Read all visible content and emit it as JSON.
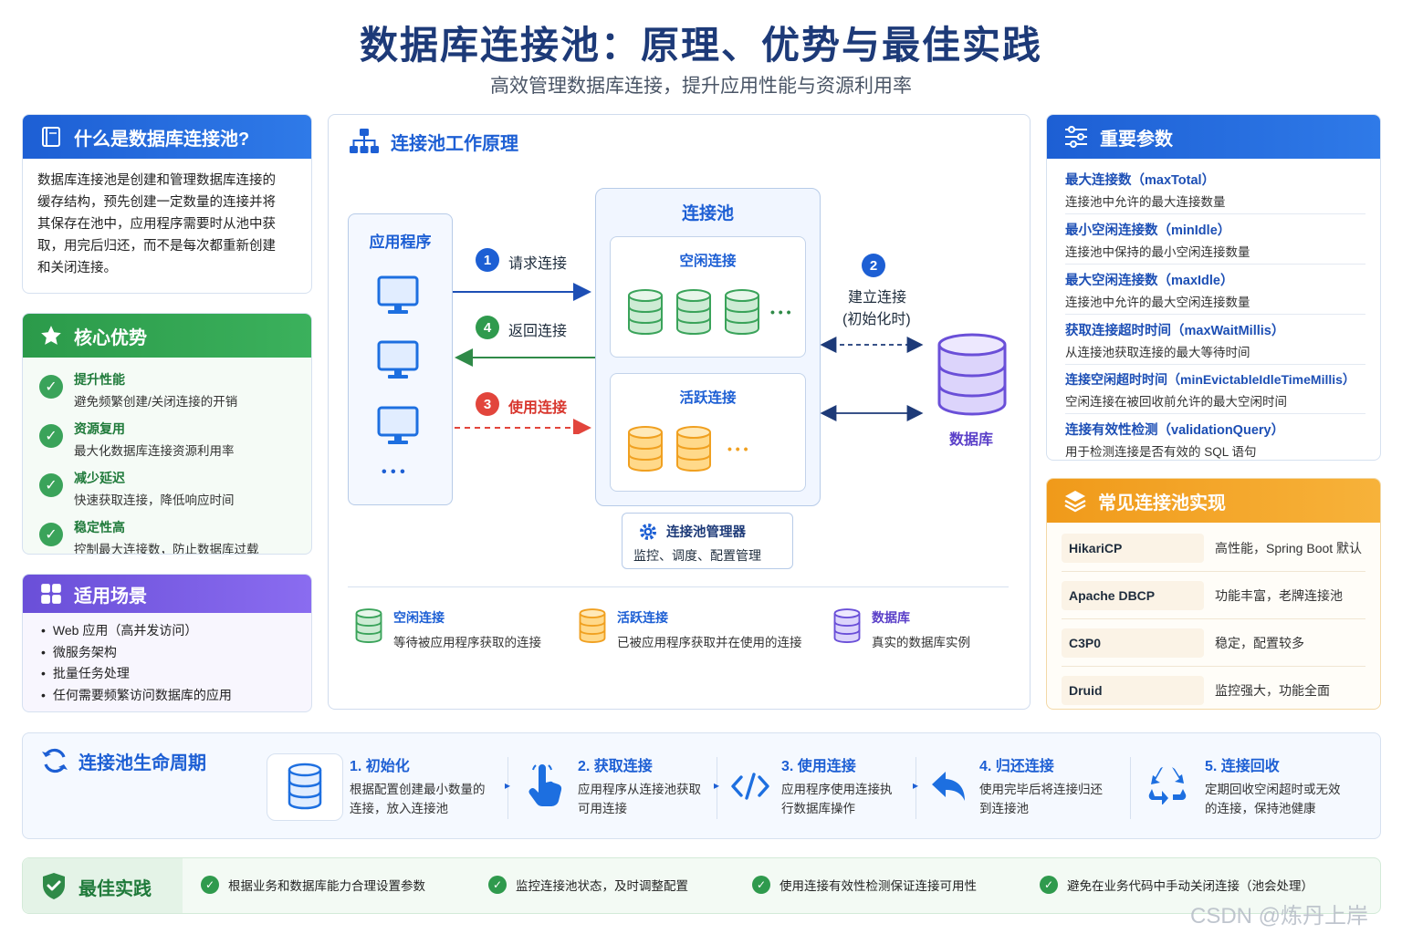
{
  "title": "数据库连接池：原理、优势与最佳实践",
  "subtitle": "高效管理数据库连接，提升应用性能与资源利用率",
  "what": {
    "heading": "什么是数据库连接池?",
    "lines": [
      "数据库连接池是创建和管理数据库连接的",
      "缓存结构，预先创建一定数量的连接并将",
      "其保存在池中，应用程序需要时从池中获",
      "取，用完后归还，而不是每次都重新创建",
      "和关闭连接。"
    ]
  },
  "advantages": {
    "heading": "核心优势",
    "items": [
      {
        "title": "提升性能",
        "desc": "避免频繁创建/关闭连接的开销"
      },
      {
        "title": "资源复用",
        "desc": "最大化数据库连接资源利用率"
      },
      {
        "title": "减少延迟",
        "desc": "快速获取连接，降低响应时间"
      },
      {
        "title": "稳定性高",
        "desc": "控制最大连接数，防止数据库过载"
      }
    ]
  },
  "scenarios": {
    "heading": "适用场景",
    "items": [
      "Web 应用（高并发访问）",
      "微服务架构",
      "批量任务处理",
      "任何需要频繁访问数据库的应用"
    ]
  },
  "principle": {
    "heading": "连接池工作原理",
    "app_label": "应用程序",
    "pool_label": "连接池",
    "idle_label": "空闲连接",
    "active_label": "活跃连接",
    "db_label": "数据库",
    "manager_title": "连接池管理器",
    "manager_desc": "监控、调度、配置管理",
    "arrows": [
      {
        "num": "1",
        "label": "请求连接"
      },
      {
        "num": "4",
        "label": "返回连接"
      },
      {
        "num": "3",
        "label": "使用连接"
      }
    ],
    "establish_num": "2",
    "establish_label": "建立连接",
    "establish_sub": "(初始化时)",
    "dots": "• • •",
    "legend": [
      {
        "title": "空闲连接",
        "desc": "等待被应用程序获取的连接"
      },
      {
        "title": "活跃连接",
        "desc": "已被应用程序获取并在使用的连接"
      },
      {
        "title": "数据库",
        "desc": "真实的数据库实例"
      }
    ]
  },
  "params": {
    "heading": "重要参数",
    "items": [
      {
        "name": "最大连接数（maxTotal）",
        "desc": "连接池中允许的最大连接数量"
      },
      {
        "name": "最小空闲连接数（minIdle）",
        "desc": "连接池中保持的最小空闲连接数量"
      },
      {
        "name": "最大空闲连接数（maxIdle）",
        "desc": "连接池中允许的最大空闲连接数量"
      },
      {
        "name": "获取连接超时时间（maxWaitMillis）",
        "desc": "从连接池获取连接的最大等待时间"
      },
      {
        "name": "连接空闲超时时间（minEvictableIdleTimeMillis）",
        "desc": "空闲连接在被回收前允许的最大空闲时间"
      },
      {
        "name": "连接有效性检测（validationQuery）",
        "desc": "用于检测连接是否有效的 SQL 语句"
      }
    ]
  },
  "implementations": {
    "heading": "常见连接池实现",
    "items": [
      {
        "name": "HikariCP",
        "desc": "高性能，Spring Boot 默认"
      },
      {
        "name": "Apache DBCP",
        "desc": "功能丰富，老牌连接池"
      },
      {
        "name": "C3P0",
        "desc": "稳定，配置较多"
      },
      {
        "name": "Druid",
        "desc": "监控强大，功能全面"
      }
    ]
  },
  "lifecycle": {
    "heading": "连接池生命周期",
    "steps": [
      {
        "title": "1. 初始化",
        "desc1": "根据配置创建最小数量的",
        "desc2": "连接，放入连接池"
      },
      {
        "title": "2. 获取连接",
        "desc1": "应用程序从连接池获取",
        "desc2": "可用连接"
      },
      {
        "title": "3. 使用连接",
        "desc1": "应用程序使用连接执",
        "desc2": "行数据库操作"
      },
      {
        "title": "4. 归还连接",
        "desc1": "使用完毕后将连接归还",
        "desc2": "到连接池"
      },
      {
        "title": "5. 连接回收",
        "desc1": "定期回收空闲超时或无效",
        "desc2": "的连接，保持池健康"
      }
    ]
  },
  "best_practice": {
    "heading": "最佳实践",
    "items": [
      "根据业务和数据库能力合理设置参数",
      "监控连接池状态，及时调整配置",
      "使用连接有效性检测保证连接可用性",
      "避免在业务代码中手动关闭连接（池会处理）"
    ]
  },
  "watermark": "CSDN @炼丹上岸",
  "colors": {
    "blue": "#1d5fd4",
    "green": "#3aa35a",
    "purple": "#6a4fd8",
    "orange": "#f09a1a",
    "red": "#e2453c"
  }
}
